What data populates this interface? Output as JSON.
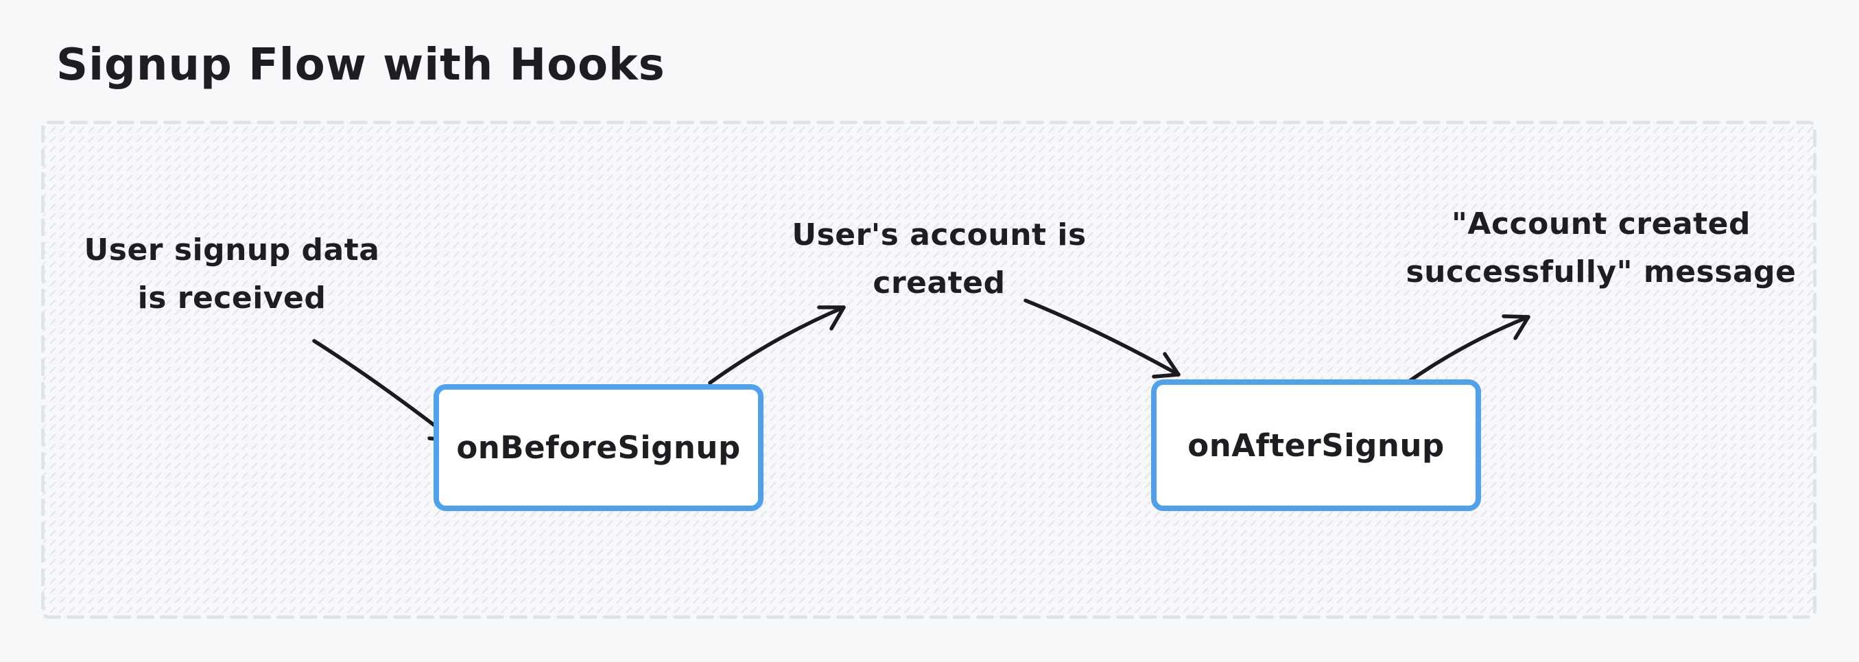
{
  "title": "Signup Flow with Hooks",
  "nodes": [
    {
      "id": "onBeforeSignup",
      "label": "onBeforeSignup"
    },
    {
      "id": "onAfterSignup",
      "label": "onAfterSignup"
    }
  ],
  "labels": [
    {
      "id": "signup-data-received",
      "lines": [
        "User signup data",
        "is received"
      ]
    },
    {
      "id": "account-created",
      "lines": [
        "User's account is",
        "created"
      ]
    },
    {
      "id": "success-message",
      "lines": [
        "\"Account created",
        "successfully\" message"
      ]
    }
  ],
  "theme": {
    "canvas_bg": "#f7f8fa",
    "text": "#1e1e22",
    "node_border": "#52a0e8",
    "node_fill": "#ffffff",
    "arrow": "#1b1b1f",
    "container_border": "#dfe2e8",
    "hatch": "#e6e8ec"
  }
}
